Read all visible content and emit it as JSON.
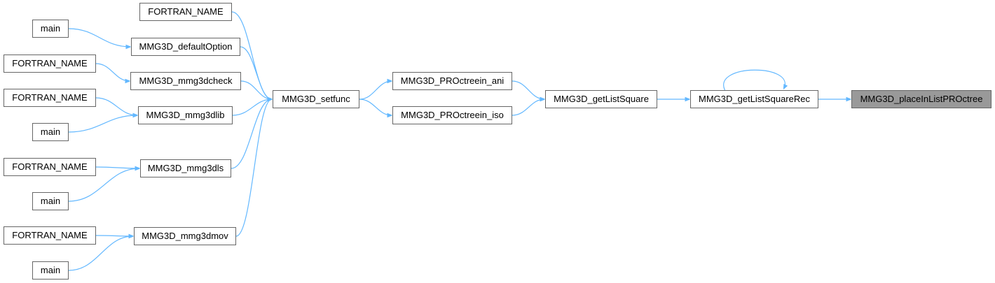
{
  "colors": {
    "edge": "#63b8ff",
    "node_border": "#666666",
    "node_fill": "#ffffff",
    "focus_fill": "#999999"
  },
  "nodes": {
    "fortran_name_1": "FORTRAN_NAME",
    "main_1": "main",
    "mmg3d_defaultoption": "MMG3D_defaultOption",
    "fortran_name_2": "FORTRAN_NAME",
    "mmg3d_mmg3dcheck": "MMG3D_mmg3dcheck",
    "fortran_name_3": "FORTRAN_NAME",
    "mmg3d_mmg3dlib": "MMG3D_mmg3dlib",
    "main_2": "main",
    "fortran_name_4": "FORTRAN_NAME",
    "mmg3d_mmg3dls": "MMG3D_mmg3dls",
    "main_3": "main",
    "fortran_name_5": "FORTRAN_NAME",
    "mmg3d_mmg3dmov": "MMG3D_mmg3dmov",
    "main_4": "main",
    "mmg3d_setfunc": "MMG3D_setfunc",
    "mmg3d_proctreein_ani": "MMG3D_PROctreein_ani",
    "mmg3d_proctreein_iso": "MMG3D_PROctreein_iso",
    "mmg3d_getlistsquare": "MMG3D_getListSquare",
    "mmg3d_getlistsquarerec": "MMG3D_getListSquareRec",
    "mmg3d_placeinlistproctree": "MMG3D_placeInListPROctree"
  },
  "edges": [
    [
      "main_1",
      "mmg3d_defaultoption"
    ],
    [
      "fortran_name_1",
      "mmg3d_setfunc"
    ],
    [
      "mmg3d_defaultoption",
      "mmg3d_setfunc"
    ],
    [
      "fortran_name_2",
      "mmg3d_mmg3dcheck"
    ],
    [
      "mmg3d_mmg3dcheck",
      "mmg3d_setfunc"
    ],
    [
      "fortran_name_3",
      "mmg3d_mmg3dlib"
    ],
    [
      "main_2",
      "mmg3d_mmg3dlib"
    ],
    [
      "mmg3d_mmg3dlib",
      "mmg3d_setfunc"
    ],
    [
      "fortran_name_4",
      "mmg3d_mmg3dls"
    ],
    [
      "main_3",
      "mmg3d_mmg3dls"
    ],
    [
      "mmg3d_mmg3dls",
      "mmg3d_setfunc"
    ],
    [
      "fortran_name_5",
      "mmg3d_mmg3dmov"
    ],
    [
      "main_4",
      "mmg3d_mmg3dmov"
    ],
    [
      "mmg3d_mmg3dmov",
      "mmg3d_setfunc"
    ],
    [
      "mmg3d_setfunc",
      "mmg3d_proctreein_ani"
    ],
    [
      "mmg3d_setfunc",
      "mmg3d_proctreein_iso"
    ],
    [
      "mmg3d_proctreein_ani",
      "mmg3d_getlistsquare"
    ],
    [
      "mmg3d_proctreein_iso",
      "mmg3d_getlistsquare"
    ],
    [
      "mmg3d_getlistsquare",
      "mmg3d_getlistsquarerec"
    ],
    [
      "mmg3d_getlistsquarerec",
      "mmg3d_getlistsquarerec"
    ],
    [
      "mmg3d_getlistsquarerec",
      "mmg3d_placeinlistproctree"
    ]
  ],
  "focus_node": "mmg3d_placeinlistproctree"
}
